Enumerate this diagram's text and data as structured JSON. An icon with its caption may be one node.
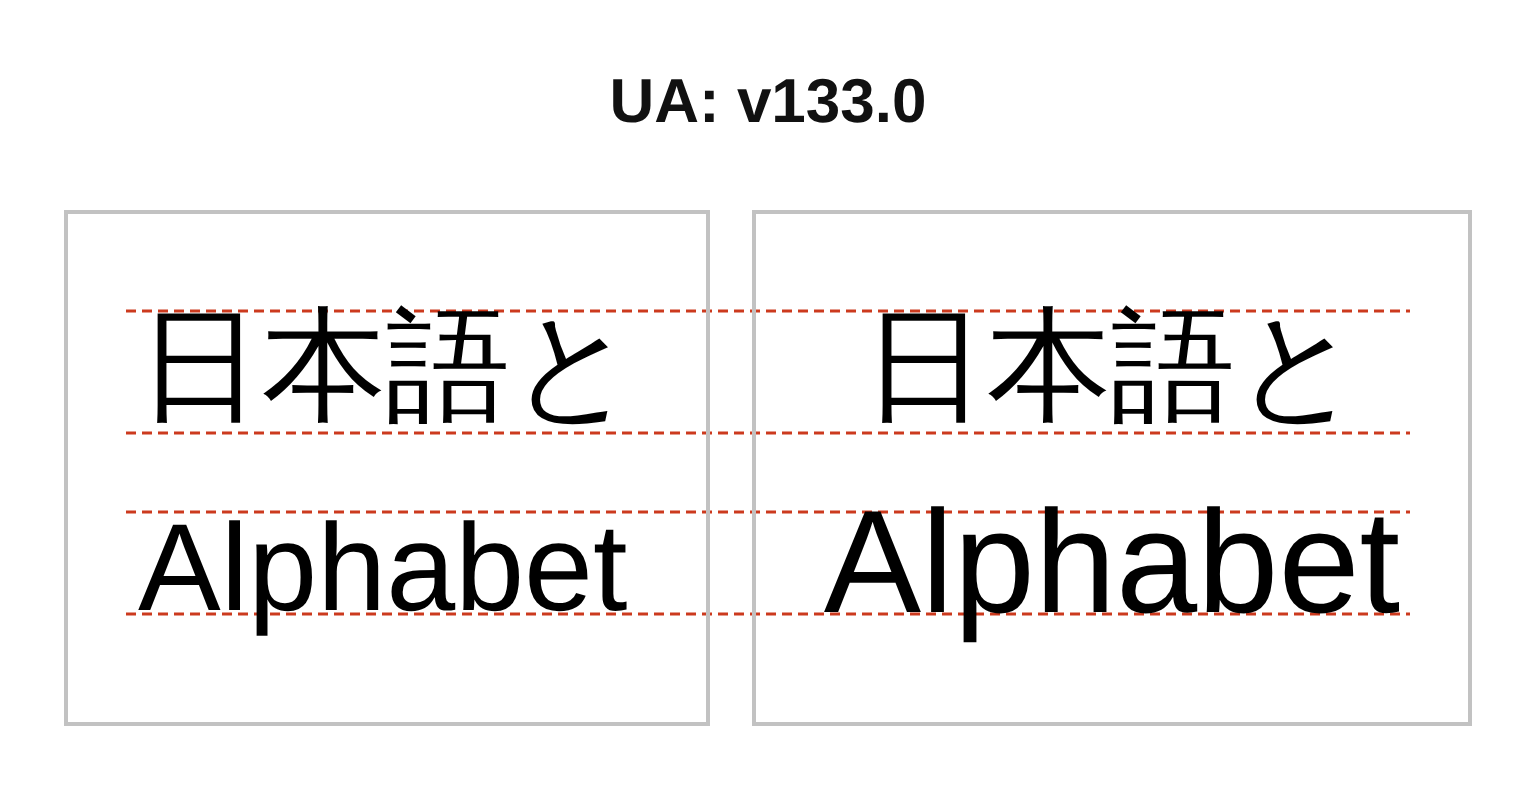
{
  "diagram": {
    "title": "UA: v133.0",
    "nodes": [
      {
        "text": [
          "日本語と",
          "Alphabet"
        ]
      },
      {
        "text": [
          "日本語と",
          "Alphabet"
        ]
      }
    ]
  }
}
